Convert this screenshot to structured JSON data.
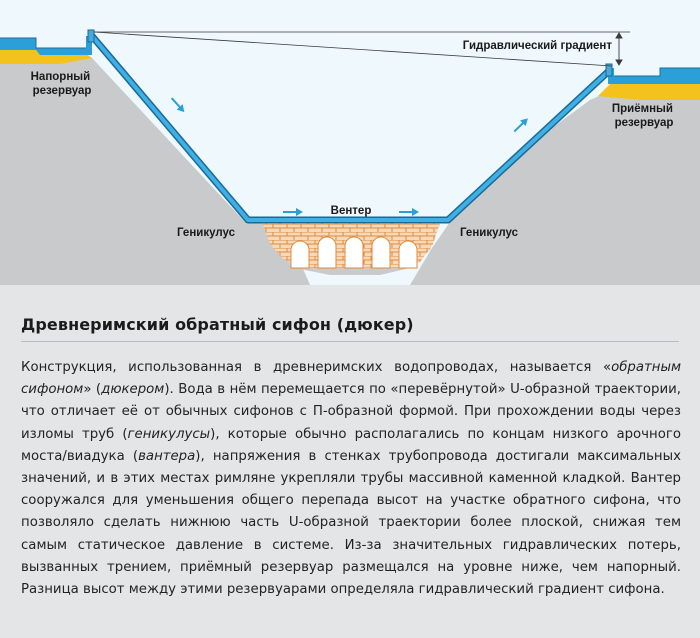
{
  "diagram": {
    "labels": {
      "left_reservoir_line1": "Напорный",
      "left_reservoir_line2": "резервуар",
      "right_reservoir_line1": "Приёмный",
      "right_reservoir_line2": "резервуар",
      "gradient": "Гидравлический градиент",
      "venter": "Вентер",
      "geniculus_left": "Геникулус",
      "geniculus_right": "Геникулус"
    },
    "colors": {
      "water": "#2b9fd8",
      "pipe": "#2a8fc9",
      "ground": "#c9cacb",
      "yellow_layer": "#f3c21c",
      "sky": "#eef8fd",
      "brick": "#e08a3e",
      "panel_bg": "#e3e5e6"
    }
  },
  "article": {
    "title": "Древнеримский обратный сифон (дюкер)",
    "body": [
      {
        "t": "Конструкция, использованная в древнеримских водопроводах, называется «",
        "i": false
      },
      {
        "t": "обратным сифоном",
        "i": true
      },
      {
        "t": "» (",
        "i": false
      },
      {
        "t": "дюкером",
        "i": true
      },
      {
        "t": "). Вода в нём перемещается по «перевёрнутой» U-образной траектории, что отличает её от обычных сифонов с П-образной формой. При прохождении воды через изломы труб (",
        "i": false
      },
      {
        "t": "геникулусы",
        "i": true
      },
      {
        "t": "), которые обычно располагались по концам низкого арочного моста/виадука (",
        "i": false
      },
      {
        "t": "вантера",
        "i": true
      },
      {
        "t": "), напряжения в стенках трубопровода достигали максимальных значений, и в этих местах римляне укрепляли трубы массивной каменной кладкой. Вантер сооружался для уменьшения общего перепада высот на участке обратного сифона, что позволяло сделать нижнюю часть U-образной траектории более плоской, снижая тем самым статическое давление в системе. Из-за значительных гидравлических потерь, вызванных трением, приёмный резервуар размещался на уровне ниже, чем напорный. Разница высот между этими резервуарами определяла гидравлический градиент сифона.",
        "i": false
      }
    ]
  }
}
